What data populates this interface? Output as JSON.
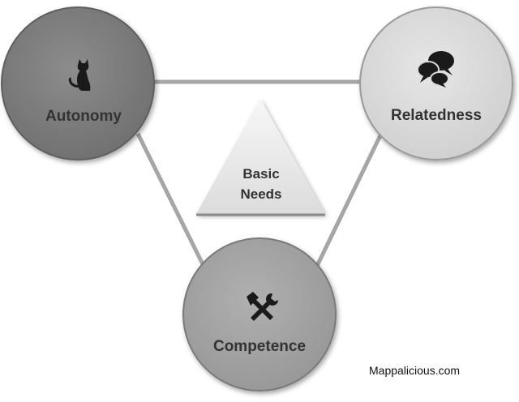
{
  "diagram": {
    "center": {
      "label_line1": "Basic",
      "label_line2": "Needs"
    },
    "nodes": {
      "autonomy": {
        "label": "Autonomy",
        "icon": "cat-icon",
        "color": "#7f7f7f"
      },
      "relatedness": {
        "label": "Relatedness",
        "icon": "speech-bubbles-icon",
        "color": "#d9d9d9"
      },
      "competence": {
        "label": "Competence",
        "icon": "hammer-wrench-icon",
        "color": "#a6a6a6"
      }
    },
    "connector_color": "#a6a6a6"
  },
  "credit": "Mappalicious.com"
}
